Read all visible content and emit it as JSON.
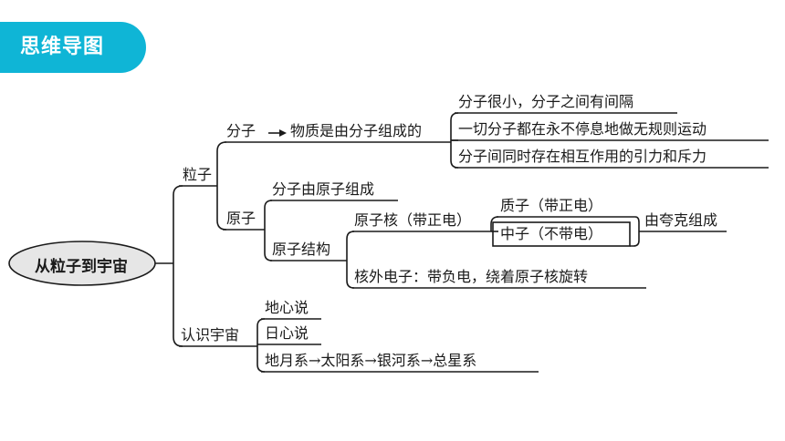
{
  "tag": {
    "label": "思维导图",
    "color": "#0fb5d6"
  },
  "mindmap": {
    "root": "从粒子到宇宙",
    "fenzi_label": "分子",
    "fenzi_text": "物质是由分子组成的",
    "fenzi_items": [
      "分子很小，分子之间有间隔",
      "一切分子都在永不停息地做无规则运动",
      "分子间同时存在相互作用的引力和斥力"
    ],
    "lizi": "粒子",
    "yuanzi": "原子",
    "yuanzi_zucheng": "分子由原子组成",
    "yuanzi_jiegou": "原子结构",
    "yuanzihe": "原子核（带正电）",
    "zhizi": "质子（带正电）",
    "zhongzi": "中子（不带电）",
    "kuake": "由夸克组成",
    "hewai": "核外电子：带负电，绕着原子核旋转",
    "yuzhou": "认识宇宙",
    "dixin": "地心说",
    "rixin": "日心说",
    "xitong": "地月系→太阳系→银河系→总星系"
  }
}
